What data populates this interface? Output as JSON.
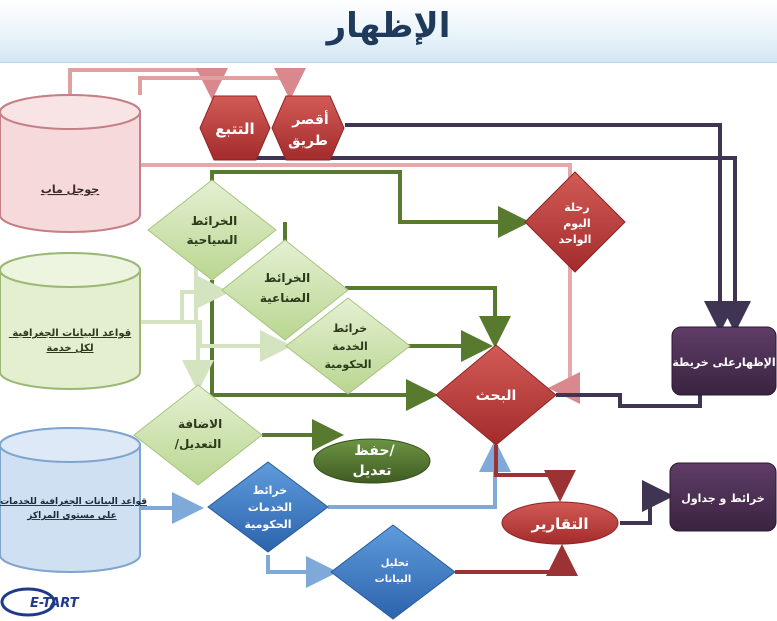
{
  "title": "الإظهار",
  "nodes": {
    "google_map": "جوجل ماب",
    "geo_db_service": [
      "قواعد البيانات الجغرافية",
      "لكل خدمة"
    ],
    "geo_db_centers": [
      "قواعد البيانات الجغرافية للخدمات",
      "على مستوى المراكز"
    ],
    "tracking": "التتبع",
    "shortest_path": [
      "أقصر",
      "طريق"
    ],
    "tourist_maps": [
      "الخرائط",
      "السياحية"
    ],
    "one_day_trip": [
      "رحلة",
      "اليوم",
      "الواحد"
    ],
    "industrial_maps": [
      "الخرائط",
      "الصناعية"
    ],
    "gov_service_maps": [
      "خرائط",
      "الخدمة",
      "الحكومية"
    ],
    "search": "البحث",
    "map_display": "الإظهارعلى خريطة",
    "add_edit": [
      "الاضافة",
      "التعديل/"
    ],
    "save_edit": [
      "/حفظ",
      "تعديل"
    ],
    "gov_services_maps": [
      "خرائط",
      "الخدمات",
      "الحكومية"
    ],
    "reports": "التقارير",
    "maps_tables": "خرائط و جداول",
    "data_analysis": [
      "تحليل",
      "البيانات"
    ],
    "logo": "E-TART"
  },
  "colors": {
    "red_fill": "#b23a3a",
    "green_fill": "#c6dfa2",
    "blue_fill": "#3f7fc8",
    "purple_fill": "#4b2f52",
    "dark_green": "#587a2f",
    "pink_line": "#e0a0a0",
    "navy_line": "#3f3552"
  }
}
